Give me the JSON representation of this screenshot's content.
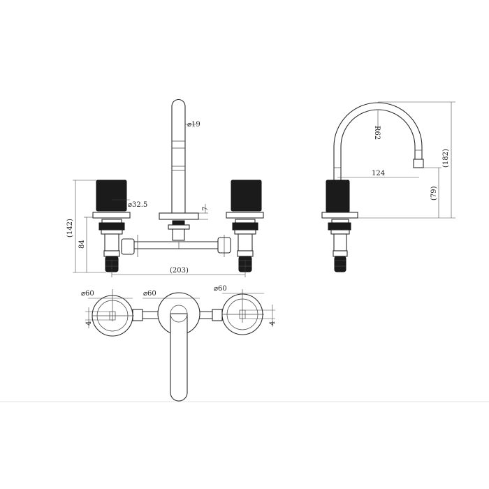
{
  "dimensions": {
    "spout_diameter": "19",
    "handle_diameter": "32.5",
    "plate_thickness": "7",
    "height_total": "(142)",
    "height_body": "84",
    "center_spacing": "(203)",
    "flange_left": "60",
    "flange_center": "60",
    "flange_right": "60",
    "offset_left": "4",
    "offset_right": "4",
    "spout_radius": "R62",
    "spout_reach": "124",
    "spout_height": "(182)",
    "outlet_height": "(79)"
  },
  "symbols": {
    "diameter": "⌀"
  }
}
